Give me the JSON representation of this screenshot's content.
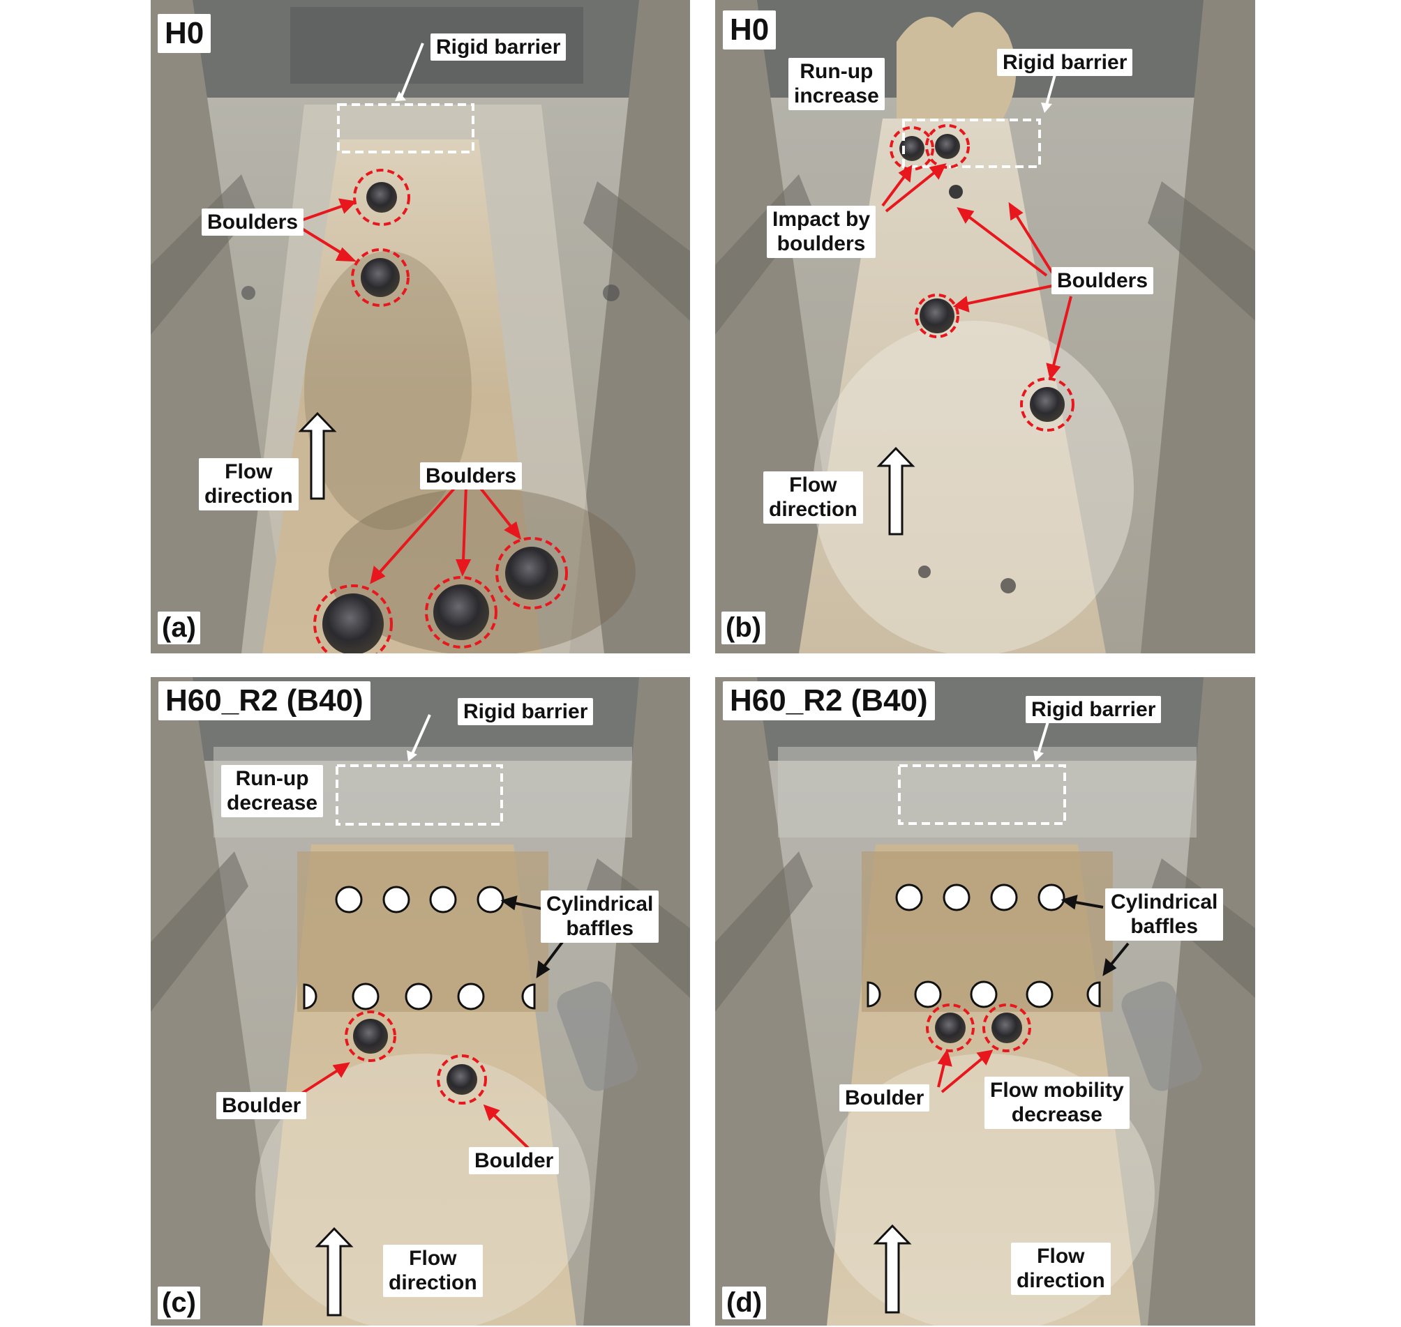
{
  "panels": [
    {
      "tag": "(a)",
      "title": "H0",
      "labels": {
        "rigid_barrier": "Rigid barrier",
        "boulders_top": "Boulders",
        "boulders_bottom": "Boulders",
        "flow_direction": "Flow\ndirection"
      }
    },
    {
      "tag": "(b)",
      "title": "H0",
      "labels": {
        "run_up": "Run-up\nincrease",
        "rigid_barrier": "Rigid barrier",
        "impact": "Impact by\nboulders",
        "boulders": "Boulders",
        "flow_direction": "Flow\ndirection"
      }
    },
    {
      "tag": "(c)",
      "title": "H60_R2 (B40)",
      "labels": {
        "rigid_barrier": "Rigid barrier",
        "run_up": "Run-up\ndecrease",
        "baffles": "Cylindrical\nbaffles",
        "boulder_left": "Boulder",
        "boulder_right": "Boulder",
        "flow_direction": "Flow\ndirection"
      }
    },
    {
      "tag": "(d)",
      "title": "H60_R2 (B40)",
      "labels": {
        "rigid_barrier": "Rigid barrier",
        "baffles": "Cylindrical\nbaffles",
        "boulder": "Boulder",
        "flow_mobility": "Flow mobility\ndecrease",
        "flow_direction": "Flow\ndirection"
      }
    }
  ],
  "colors": {
    "annotation_red": "#e8171d",
    "annotation_white": "#ffffff",
    "annotation_black": "#111111",
    "label_background": "#ffffff"
  }
}
